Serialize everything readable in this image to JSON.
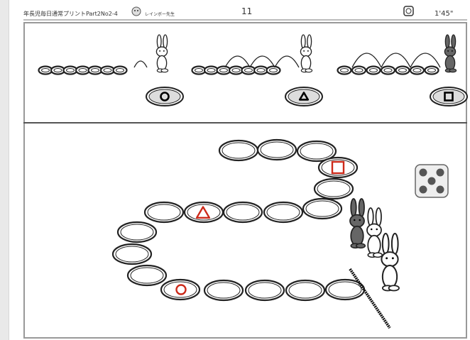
{
  "header": {
    "title": "年長児毎日通常プリントPart2No2-4",
    "teacher": "レインボー先生",
    "page_number": "11",
    "timer": "1'45\""
  },
  "top_panel": {
    "rows": [
      {
        "symbol_name": "circle"
      },
      {
        "symbol_name": "triangle"
      },
      {
        "symbol_name": "square"
      }
    ]
  },
  "bottom_panel": {
    "dice_value": 5,
    "path_marks": [
      "square",
      "triangle",
      "circle"
    ],
    "mark_color": "#cc2a1a"
  }
}
